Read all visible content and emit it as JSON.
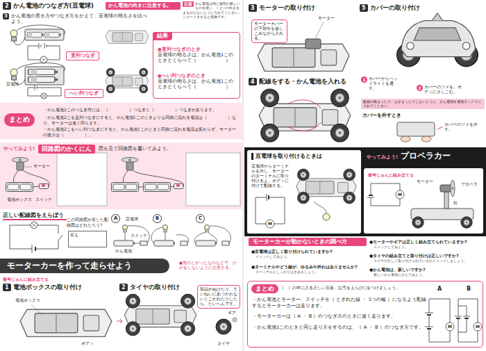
{
  "diagram": {
    "nodes": [
      {
        "text": [
          "2",
          "かん電池のつなぎ方(豆電球)"
        ]
      },
      {
        "text": [
          "かん電池の向きに注意する。"
        ]
      },
      {
        "text": [
          "注意",
          "かん電池は同じ種類の新しいものを使い、＋と−の向きをまちがえないように入れてください。ショートさせると危険です。"
        ]
      },
      {
        "text": [
          "3",
          "かん電池の置き方やつなぎ方をかえて、豆電球の明るさを比べよう。"
        ]
      },
      {
        "text": [
          "結果"
        ]
      },
      {
        "text": [
          "●直列つなぎのとき",
          "豆電球の明るさは、かん電池1このときとくらべて（　　　　　　）"
        ],
        "in": 4
      },
      {
        "text": [
          "●へい列つなぎのとき",
          "豆電球の明るさは、かん電池1このときとくらべて（　　　　　　）"
        ],
        "in": 4
      },
      {
        "text": [
          "直列つなぎ"
        ]
      },
      {
        "text": [
          "へい列つなぎ"
        ]
      },
      {
        "text": [
          "まとめ"
        ]
      },
      {
        "text": [
          "・かん電池2このつなぎ方には、（　　　　　）つなぎと（　　　　　）つなぎがあります。"
        ],
        "in": 9
      },
      {
        "text": [
          "・かん電池2こを直列つなぎにすると、かん電池1このときよりも回路に流れる電流は（　　　　　）なり、モーターは速く回ります。"
        ],
        "in": 9
      },
      {
        "text": [
          "・かん電池2こをへい列つなぎにすると、かん電池1このときと回路に流れる電流は変わらず、モーターの速さは（　　　　　）。"
        ],
        "in": 9
      },
      {
        "text": [
          "やってみよう!",
          "回路図のかくにん",
          "図を見て回路図を書いてみよう。"
        ]
      },
      {
        "text": [
          "正しい配線図をえらぼう"
        ]
      },
      {
        "text": [
          "この回路図が表した配線図はどれだろう?"
        ]
      },
      {
        "text": [
          "答え"
        ]
      },
      {
        "text": [
          "A"
        ]
      },
      {
        "text": [
          "B"
        ]
      },
      {
        "text": [
          "C"
        ]
      },
      {
        "text": [
          "モーターカーを作って走らせよう"
        ]
      },
      {
        "text": [
          "●先のとがったものなどで、けがをしないように注意する。"
        ]
      },
      {
        "text": [
          "番号じゅんに組み立てる"
        ]
      },
      {
        "text": [
          "1",
          "電池ボックスの取り付け"
        ]
      },
      {
        "text": [
          "2",
          "タイヤの取り付け"
        ]
      },
      {
        "text": [
          "部品がぬけたり、ていねいにあつかわないとこわれたりしたら、たいへんです。"
        ]
      },
      {
        "text": [
          "3",
          "モーターの取り付け"
        ]
      },
      {
        "text": [
          "モーターカバーの下部分を差しこみながら入れる。"
        ]
      },
      {
        "text": [
          "4",
          "配線をする・かん電池を入れる"
        ]
      },
      {
        "text": [
          "5",
          "カバーの取り付け"
        ]
      },
      {
        "text": [
          "1",
          "カバーからヘッドライトを通す。"
        ]
      },
      {
        "text": [
          "2",
          "カバーのツメを、ボディにさしこむ。"
        ]
      },
      {
        "text": [
          "配線が絡まったり、はさまったりしないように、かん電池を電池ボックスに入れてください。"
        ]
      },
      {
        "text": [
          "カバーを外すとき"
        ]
      },
      {
        "text": [
          "カバーのツメを外す。"
        ]
      },
      {
        "text": [
          "豆電球を取り付けるときは"
        ]
      },
      {
        "text": [
          "豆電球からターミナルを外し、モーターのターミナルに取り付けるよ。ボディに付けて配線する。"
        ]
      },
      {
        "text": [
          "やってみよう!",
          "プロペラカー"
        ]
      },
      {
        "text": [
          "番号じゅんに組み立てる"
        ]
      },
      {
        "text": [
          "モーターカーが動かないときの調べ方"
        ]
      },
      {
        "text": [
          "●豆電球は正しく取り付けられていますか?",
          "チェックしてみよう。"
        ]
      },
      {
        "text": [
          "●ターミナルやどう線が、ゆるみや外れはありませんか?",
          "ターミナルにしっかりはさみましょう。"
        ]
      },
      {
        "text": [
          "●モーターやギアは正しく組み立てられていますか?",
          "チェックしてみよう。"
        ]
      },
      {
        "text": [
          "●タイヤの組み立てと取り付けは正しいですか?",
          "タイヤが正しく取り付けられているかチェックしましょう。"
        ]
      },
      {
        "text": [
          "●かん電池は、新しいですか?",
          "新しいかん電池にかえてみよう。"
        ]
      },
      {
        "text": [
          "まとめ"
        ]
      },
      {
        "text": [
          "（　）の中に入る正しい言葉、記号をえらび○をつけましょう。"
        ],
        "in": 45
      },
      {
        "text": [
          "・かん電池とモーター、スイッチを（ とぎれた線 ・ 1つの輪 ）になるよう配線するとモーターカーは走ります。"
        ],
        "in": 45
      },
      {
        "text": [
          "・モーターカーは（ A ・ B ）のつなぎ方のときに速く走ります。"
        ],
        "in": 45
      },
      {
        "text": [
          "・かん電池1このときと同じ走り方をするのは、（ A ・ B ）のつなぎ方です。"
        ],
        "in": 45
      }
    ],
    "labels": [
      "豆電球",
      "モーター",
      "電池ボックス",
      "スイッチ",
      "豆電球",
      "スイッチ",
      "かん電池",
      "電池ボックス",
      "ボディ",
      "タイヤ",
      "ギア",
      "モーター",
      "M",
      "モーター",
      "プロペラ",
      "柱",
      "M",
      "A",
      "B",
      "M",
      "M"
    ]
  }
}
